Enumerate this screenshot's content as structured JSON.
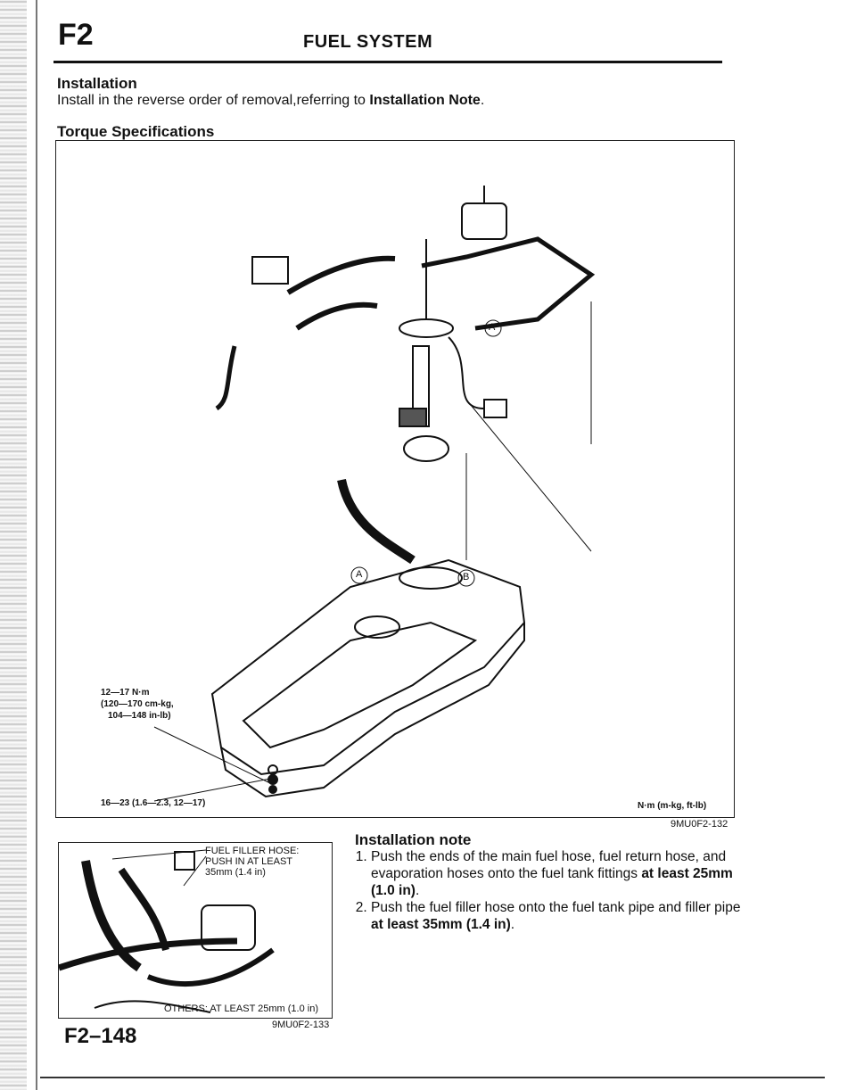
{
  "header": {
    "section": "F2",
    "title": "FUEL SYSTEM"
  },
  "installation": {
    "heading": "Installation",
    "text_prefix": "Install in the reverse order of removal,referring to ",
    "text_bold": "Installation Note",
    "text_suffix": "."
  },
  "torque": {
    "heading": "Torque Specifications",
    "labels": {
      "tank_bolt_line1": "12—17 N·m",
      "tank_bolt_line2": "(120—170 cm-kg,",
      "tank_bolt_line3": "104—148 in-lb)",
      "tank_nut": "16—23 (1.6—2.3, 12—17)",
      "units": "N·m (m-kg, ft-lb)",
      "callout_a": "A",
      "callout_b": "B"
    },
    "figure_code": "9MU0F2-132"
  },
  "detail_figure": {
    "filler_line1": "FUEL FILLER HOSE:",
    "filler_line2": "PUSH IN AT LEAST",
    "filler_line3": "35mm (1.4 in)",
    "others": "OTHERS: AT LEAST 25mm (1.0 in)",
    "figure_code": "9MU0F2-133"
  },
  "installation_note": {
    "heading": "Installation note",
    "item1_text": "Push the ends of the main fuel hose, fuel return hose, and evaporation hoses onto the fuel tank fittings ",
    "item1_bold": "at least 25mm (1.0 in)",
    "item1_end": ".",
    "item2_text": "Push the fuel filler hose onto the fuel tank pipe and filler pipe ",
    "item2_bold": "at least 35mm (1.4 in)",
    "item2_end": "."
  },
  "footer": {
    "page_number": "F2–148"
  }
}
